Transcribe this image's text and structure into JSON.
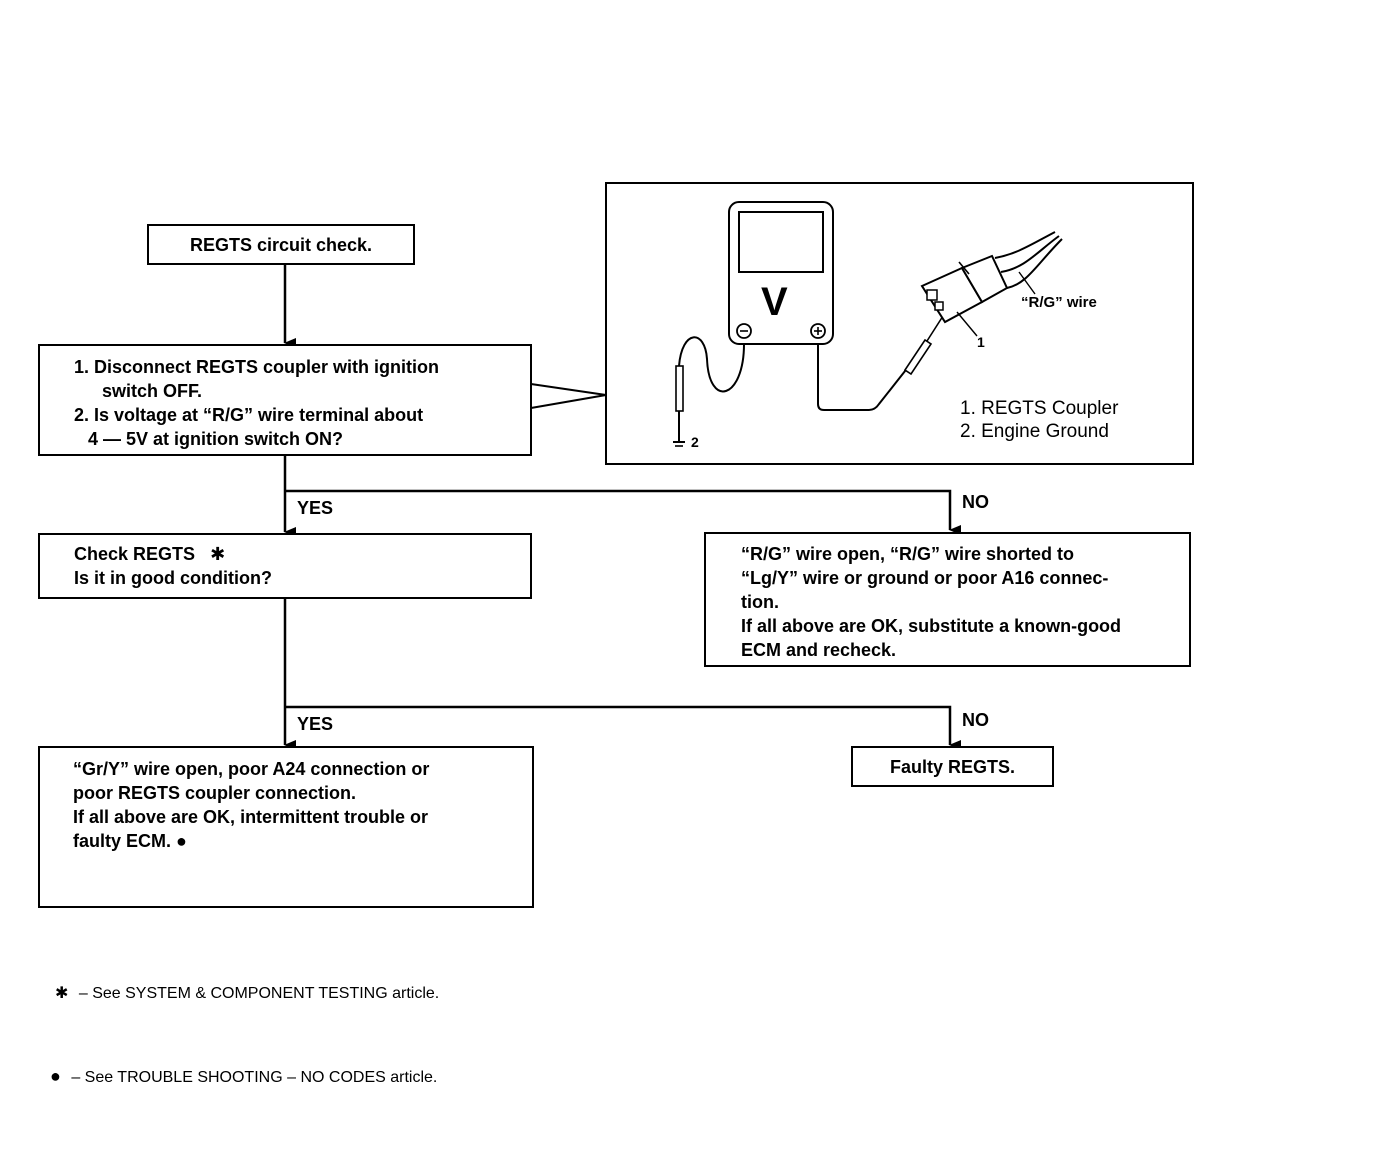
{
  "flow": {
    "start": "REGTS circuit check.",
    "step1": {
      "line1": "1. Disconnect REGTS coupler with ignition",
      "line2": "switch OFF.",
      "line3": "2. Is voltage at “R/G” wire terminal about",
      "line4": "4 — 5V at ignition switch ON?"
    },
    "check": {
      "line1": "Check REGTS",
      "line2": "Is it in good condition?"
    },
    "no1": {
      "line1": "“R/G” wire open, “R/G” wire shorted to",
      "line2": "“Lg/Y” wire or ground or poor A16 connec-",
      "line3": "tion.",
      "line4": "If all above are OK, substitute a known-good",
      "line5": "ECM and recheck."
    },
    "yes2": {
      "line1": "“Gr/Y” wire open, poor A24 connection or",
      "line2": "poor REGTS coupler connection.",
      "line3": "If all above are OK, intermittent trouble or",
      "line4": "faulty ECM."
    },
    "no2": "Faulty REGTS.",
    "yes_label": "YES",
    "no_label": "NO"
  },
  "illustration": {
    "meter_letter": "V",
    "wire_label": "“R/G” wire",
    "callout_1": "1",
    "callout_2": "2",
    "legend_1": "1. REGTS Coupler",
    "legend_2": "2. Engine Ground"
  },
  "notes": {
    "star_note": "–  See SYSTEM & COMPONENT TESTING article.",
    "dot_note": "–  See TROUBLE SHOOTING – NO CODES article."
  }
}
